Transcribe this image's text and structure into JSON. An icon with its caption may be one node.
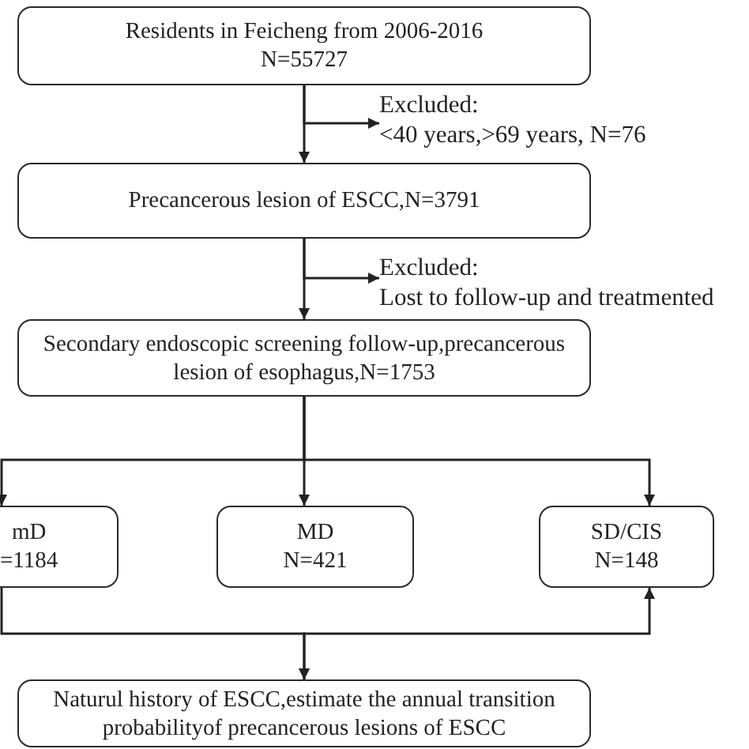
{
  "diagram": {
    "nodes": [
      {
        "text": [
          "Residents in Feicheng from 2006-2016",
          "N=55727"
        ]
      },
      {
        "text": [
          "Excluded:",
          "<40 years,>69 years, N=76"
        ]
      },
      {
        "text": [
          "Precancerous lesion of ESCC,N=3791"
        ]
      },
      {
        "text": [
          "Excluded:",
          "Lost to follow-up and treatmented"
        ]
      },
      {
        "text": [
          "Secondary endoscopic screening follow-up,precancerous lesion of esophagus,N=1753"
        ]
      },
      {
        "text": [
          "mD",
          "=1184"
        ]
      },
      {
        "text": [
          "MD",
          "N=421"
        ]
      },
      {
        "text": [
          "SD/CIS",
          "N=148"
        ]
      },
      {
        "text": [
          "Naturul history of ESCC,estimate the annual transition probabilityof precancerous lesions of ESCC"
        ]
      }
    ],
    "edges": [
      {
        "from": 0,
        "to": 2,
        "arrow": "to"
      },
      {
        "from": 0,
        "to": 1,
        "arrow": "to"
      },
      {
        "from": 2,
        "to": 4,
        "arrow": "to"
      },
      {
        "from": 2,
        "to": 3,
        "arrow": "to"
      },
      {
        "from": 4,
        "to": 5,
        "arrow": "to"
      },
      {
        "from": 4,
        "to": 6,
        "arrow": "to"
      },
      {
        "from": 4,
        "to": 7,
        "arrow": "to"
      },
      {
        "from": 5,
        "to": 8,
        "arrow": "to"
      },
      {
        "from": 7,
        "to": 8,
        "arrow": "both"
      }
    ]
  }
}
